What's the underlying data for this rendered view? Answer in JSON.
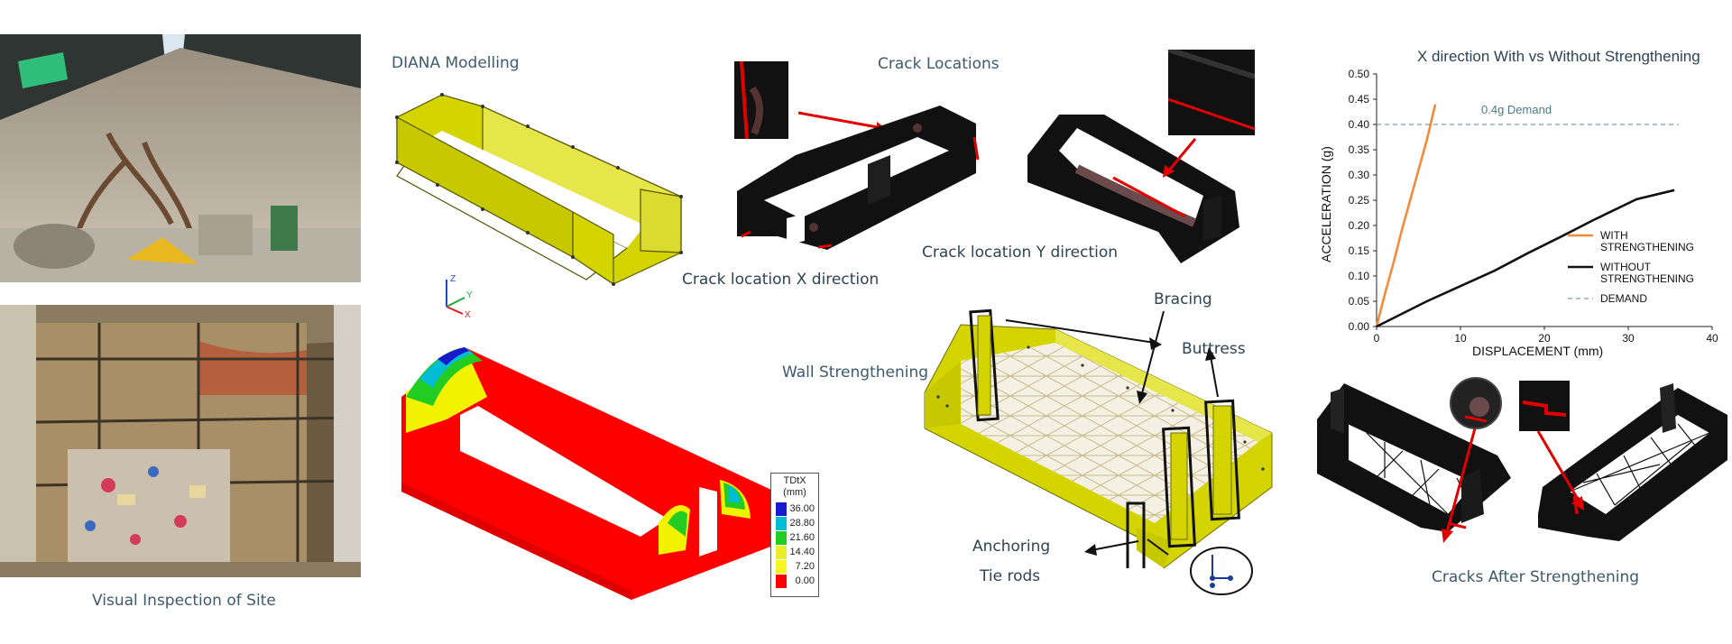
{
  "captions": {
    "visual_inspection": "Visual Inspection of Site",
    "diana_modelling": "DIANA Modelling",
    "crack_locations": "Crack Locations",
    "crack_x": "Crack location X direction",
    "crack_y": "Crack location Y direction",
    "wall_strengthening": "Wall Strengthening",
    "bracing": "Bracing",
    "buttress": "Buttress",
    "anchoring": "Anchoring",
    "tie_rods": "Tie rods",
    "cracks_after": "Cracks After Strengthening"
  },
  "axes_triad": {
    "z": "Z",
    "y": "Y",
    "x": "X"
  },
  "contour_legend": {
    "title_line1": "TDtX",
    "title_line2": "(mm)",
    "values": [
      "36.00",
      "28.80",
      "21.60",
      "14.40",
      "7.20",
      "0.00"
    ],
    "colors": [
      "#1a1acd",
      "#00bcd4",
      "#22cc22",
      "#e8ee2a",
      "#f6f622",
      "#ff0000"
    ]
  },
  "colors": {
    "model_yellow": "#d4d400",
    "model_edge": "#6b6b00",
    "crack_red": "#e00000",
    "caption": "#3d5a6c",
    "with_line": "#f28c3b",
    "without_line": "#111111",
    "demand_line": "#7f9ca8"
  },
  "chart_data": {
    "type": "line",
    "title": "X direction With vs Without Strengthening",
    "xlabel": "DISPLACEMENT (mm)",
    "ylabel": "ACCELERATION (g)",
    "xlim": [
      0,
      40
    ],
    "ylim": [
      0,
      0.5
    ],
    "xticks": [
      0,
      10,
      20,
      30,
      40
    ],
    "yticks": [
      0.0,
      0.05,
      0.1,
      0.15,
      0.2,
      0.25,
      0.3,
      0.35,
      0.4,
      0.45,
      0.5
    ],
    "ytick_labels": [
      "0.00",
      "0.05",
      "0.10",
      "0.15",
      "0.20",
      "0.25",
      "0.30",
      "0.35",
      "0.40",
      "0.45",
      "0.50"
    ],
    "xtick_labels": [
      "0",
      "10",
      "20",
      "30",
      "40"
    ],
    "annotation": "0.4g Demand",
    "legend_position": "right",
    "series": [
      {
        "name": "WITH STRENGTHENING",
        "legend_lines": [
          "WITH",
          "STRENGTHENING"
        ],
        "color": "#f28c3b",
        "dash": false,
        "x": [
          0,
          1,
          2,
          3,
          4,
          5,
          6,
          6.5,
          7
        ],
        "y": [
          0,
          0.065,
          0.125,
          0.19,
          0.25,
          0.31,
          0.37,
          0.405,
          0.44
        ]
      },
      {
        "name": "WITHOUT STRENGTHENING",
        "legend_lines": [
          "WITHOUT",
          "STRENGTHENING"
        ],
        "color": "#111111",
        "dash": false,
        "x": [
          0,
          3,
          6,
          10,
          14,
          18,
          22,
          26,
          28,
          31,
          35.5
        ],
        "y": [
          0,
          0.025,
          0.05,
          0.08,
          0.11,
          0.145,
          0.178,
          0.212,
          0.228,
          0.252,
          0.27
        ]
      },
      {
        "name": "DEMAND",
        "legend_lines": [
          "DEMAND"
        ],
        "color": "#7f9ca8",
        "dash": true,
        "x": [
          0,
          36
        ],
        "y": [
          0.4,
          0.4
        ]
      }
    ]
  }
}
